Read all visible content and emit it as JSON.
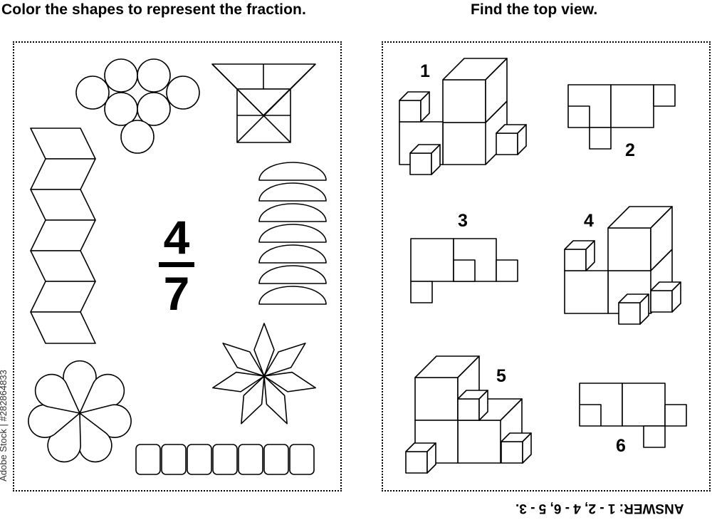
{
  "headings": {
    "left": "Color the shapes to represent the fraction.",
    "right": "Find the top view."
  },
  "fraction": {
    "numerator": "4",
    "denominator": "7"
  },
  "labels": [
    "1",
    "2",
    "3",
    "4",
    "5",
    "6"
  ],
  "answer": "ANSWER: 1 - 2, 4 - 6, 5 - 3.",
  "credit": "Adobe Stock | #282864833"
}
